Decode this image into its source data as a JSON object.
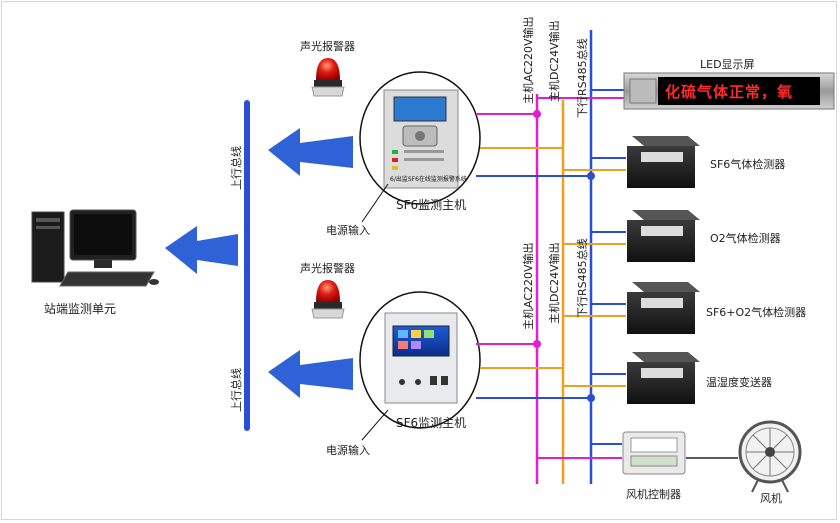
{
  "upper_bus_label": "上行总线",
  "workstation_label": "站端监测单元",
  "host_top": {
    "alarm_label": "声光报警器",
    "host_label": "SF6监测主机",
    "power_label": "电源输入",
    "panel_text": "6/出监SF6在线监测报警系统"
  },
  "host_bottom": {
    "alarm_label": "声光报警器",
    "host_label": "SF6监测主机",
    "power_label": "电源输入"
  },
  "bus_top": {
    "ac_label": "主机AC220V输出",
    "dc_label": "主机DC24V输出",
    "rs485_label": "下行RS485总线"
  },
  "bus_bottom": {
    "ac_label": "主机AC220V输出",
    "dc_label": "主机DC24V输出",
    "rs485_label": "下行RS485总线"
  },
  "led_display": {
    "label": "LED显示屏",
    "text": "化硫气体正常，氧"
  },
  "devices": [
    {
      "label": "SF6气体检测器"
    },
    {
      "label": "O2气体检测器"
    },
    {
      "label": "SF6+O2气体检测器"
    },
    {
      "label": "温湿度变送器"
    },
    {
      "label": "风机控制器"
    }
  ],
  "fan_label": "风机",
  "colors": {
    "upper_bus": "#2a4fd6",
    "arrow": "#2e62d6",
    "ac_line": "#e020d0",
    "dc_line": "#f0a020",
    "rs485_line": "#2a4fd6",
    "led_text": "#ff2a2a"
  }
}
